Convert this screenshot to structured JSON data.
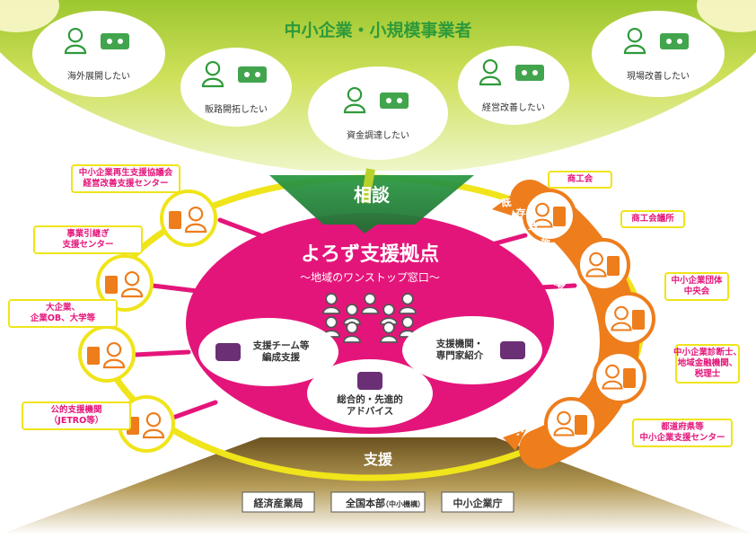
{
  "header": {
    "title": "中小企業・小規模事業者"
  },
  "needs": [
    {
      "label": "海外展開したい",
      "icon": "globe-icon"
    },
    {
      "label": "販路開拓したい",
      "icon": "conveyor-icon"
    },
    {
      "label": "資金調達したい",
      "icon": "money-bags-icon"
    },
    {
      "label": "経営改善したい",
      "icon": "growth-chart-icon"
    },
    {
      "label": "現場改善したい",
      "icon": "forklift-icon"
    }
  ],
  "consult_label": "相談",
  "hub": {
    "title": "よろず支援拠点",
    "subtitle": "～地域のワンストップ窓口～",
    "functions": [
      {
        "lines": [
          "支援チーム等",
          "編成支援"
        ],
        "icon": "team-icon"
      },
      {
        "lines": [
          "支援機関・",
          "専門家紹介"
        ],
        "icon": "handshake-icon"
      },
      {
        "lines": [
          "総合的・先進的",
          "アドバイス"
        ],
        "icon": "meeting-icon"
      }
    ]
  },
  "left_partners": [
    {
      "lines": [
        "中小企業再生支援協議会",
        "経営改善支援センター"
      ]
    },
    {
      "lines": [
        "事業引継ぎ",
        "支援センター"
      ]
    },
    {
      "lines": [
        "大企業、",
        "企業OB、大学等"
      ]
    },
    {
      "lines": [
        "公的支援機関",
        "（JETRO等）"
      ]
    }
  ],
  "right_partners": [
    {
      "lines": [
        "商工会"
      ]
    },
    {
      "lines": [
        "商工会議所"
      ]
    },
    {
      "lines": [
        "中小企業団体",
        "中央会"
      ]
    },
    {
      "lines": [
        "中小企業診断士、",
        "地域金融機関、",
        "税理士"
      ]
    },
    {
      "lines": [
        "都道府県等",
        "中小企業支援センター"
      ]
    }
  ],
  "arc_label": "既存支援機関を含む",
  "support_label": "支援",
  "bottom_orgs": [
    {
      "name": "経済産業局",
      "note": ""
    },
    {
      "name": "全国本部",
      "note": "（中小機構）"
    },
    {
      "name": "中小企業庁",
      "note": ""
    }
  ],
  "colors": {
    "green": "#2e9a3a",
    "lime": "#b9d12b",
    "magenta": "#e4157a",
    "yellow": "#f0e41a",
    "orange": "#ee7d1c",
    "brown": "#7a5f22"
  }
}
